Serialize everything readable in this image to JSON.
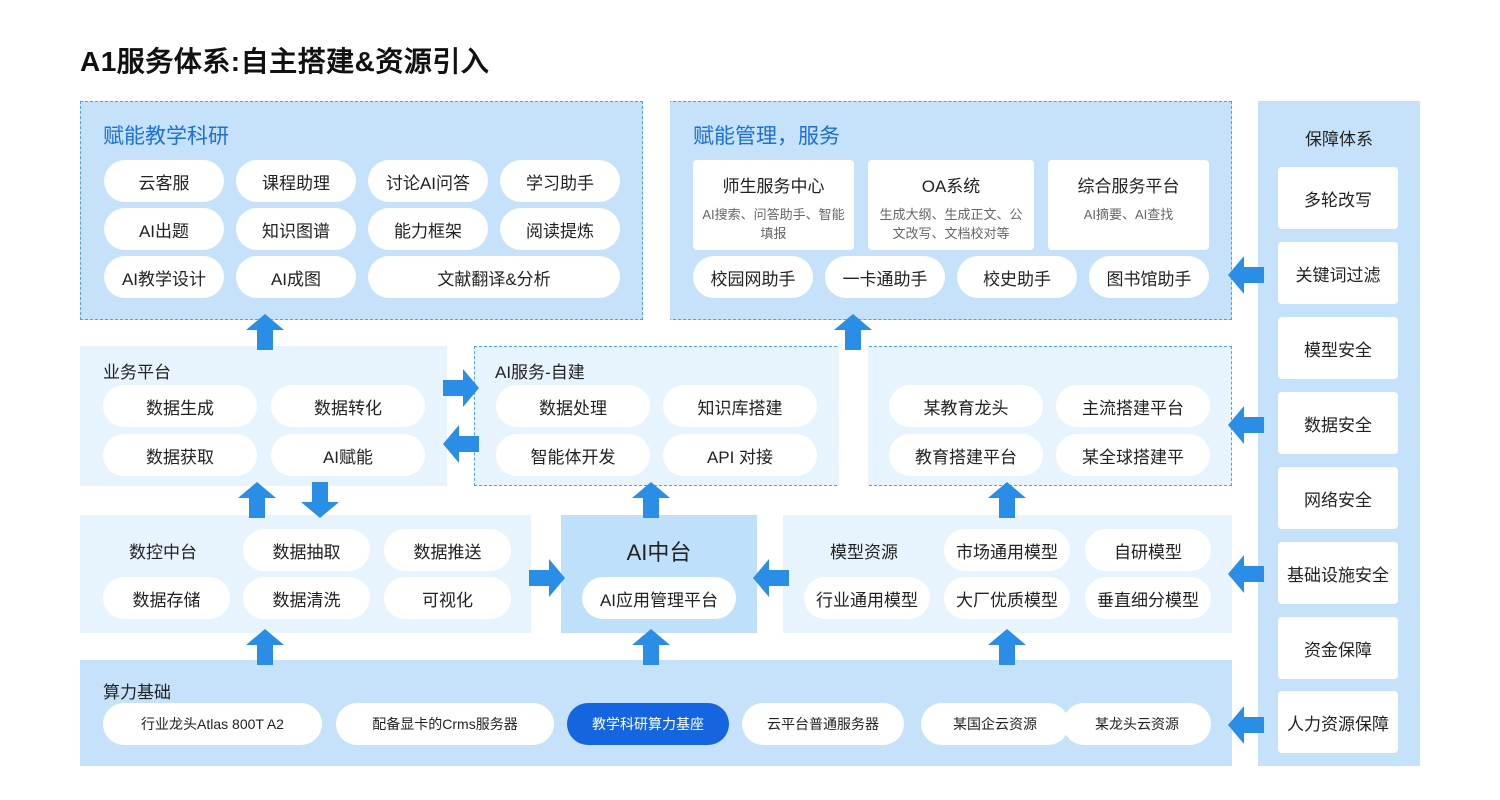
{
  "title": "A1服务体系:自主搭建&资源引入",
  "teaching": {
    "title": "赋能教学科研",
    "items": [
      "云客服",
      "课程助理",
      "讨论AI问答",
      "学习助手",
      "AI出题",
      "知识图谱",
      "能力框架",
      "阅读提炼",
      "AI教学设计",
      "AI成图",
      "文献翻译&分析"
    ]
  },
  "management": {
    "title": "赋能管理，服务",
    "cards": [
      {
        "title": "师生服务中心",
        "desc": "AI搜索、问答助手、智能填报"
      },
      {
        "title": "OA系统",
        "desc": "生成大纲、生成正文、公文改写、文档校对等"
      },
      {
        "title": "综合服务平台",
        "desc": "AI摘要、AI查找"
      }
    ],
    "items": [
      "校园网助手",
      "一卡通助手",
      "校史助手",
      "图书馆助手"
    ]
  },
  "business": {
    "title": "业务平台",
    "items": [
      "数据生成",
      "数据转化",
      "数据获取",
      "AI赋能"
    ]
  },
  "ai_service": {
    "title": "AI服务-自建",
    "items": [
      "数据处理",
      "知识库搭建",
      "智能体开发",
      "API 对接"
    ]
  },
  "external": {
    "items": [
      "某教育龙头",
      "主流搭建平台",
      "教育搭建平台",
      "某全球搭建平"
    ]
  },
  "data_center": {
    "items": [
      "数控中台",
      "数据抽取",
      "数据推送",
      "数据存储",
      "数据清洗",
      "可视化"
    ]
  },
  "ai_center": {
    "title": "AI中台",
    "item": "AI应用管理平台"
  },
  "models": {
    "items": [
      "模型资源",
      "市场通用模型",
      "自研模型",
      "行业通用模型",
      "大厂优质模型",
      "垂直细分模型"
    ]
  },
  "compute": {
    "title": "算力基础",
    "items": [
      "行业龙头Atlas 800T A2",
      "配备显卡的Crms服务器",
      "教学科研算力基座",
      "云平台普通服务器",
      "某国企云资源",
      "某龙头云资源"
    ]
  },
  "guarantee": {
    "title": "保障体系",
    "items": [
      "多轮改写",
      "关键词过滤",
      "模型安全",
      "数据安全",
      "网络安全",
      "基础设施安全",
      "资金保障",
      "人力资源保障"
    ]
  },
  "colors": {
    "accent": "#1a6fde",
    "arrow": "#2a8de6",
    "panel": "#c5e2fa",
    "panel_light": "#e8f4fd",
    "active": "#1565e0"
  }
}
